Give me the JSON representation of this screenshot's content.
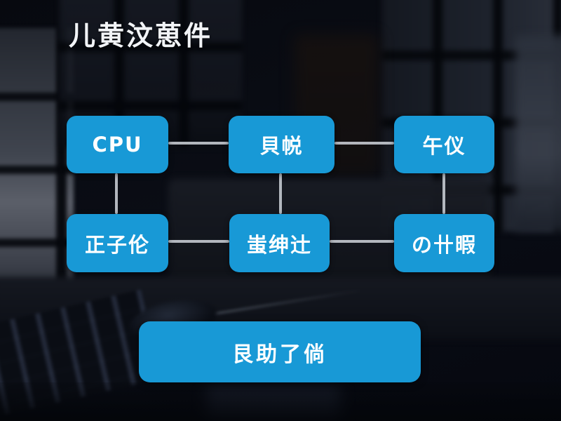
{
  "title": "儿黄汶葸件",
  "colors": {
    "accent": "#1899d6",
    "connector": "#c9ced5",
    "node_text": "#ffffff",
    "title_text": "#f2f4f7"
  },
  "diagram": {
    "nodes": [
      {
        "id": "node-cpu",
        "label": "CPU"
      },
      {
        "id": "node-top-middle",
        "label": "貝帨"
      },
      {
        "id": "node-top-right",
        "label": "午仪"
      },
      {
        "id": "node-bottom-left",
        "label": "正子伦"
      },
      {
        "id": "node-bottom-middle",
        "label": "蚩绅辻"
      },
      {
        "id": "node-bottom-right",
        "label": "の卄暇"
      }
    ],
    "action_label": "艮助了倘"
  }
}
